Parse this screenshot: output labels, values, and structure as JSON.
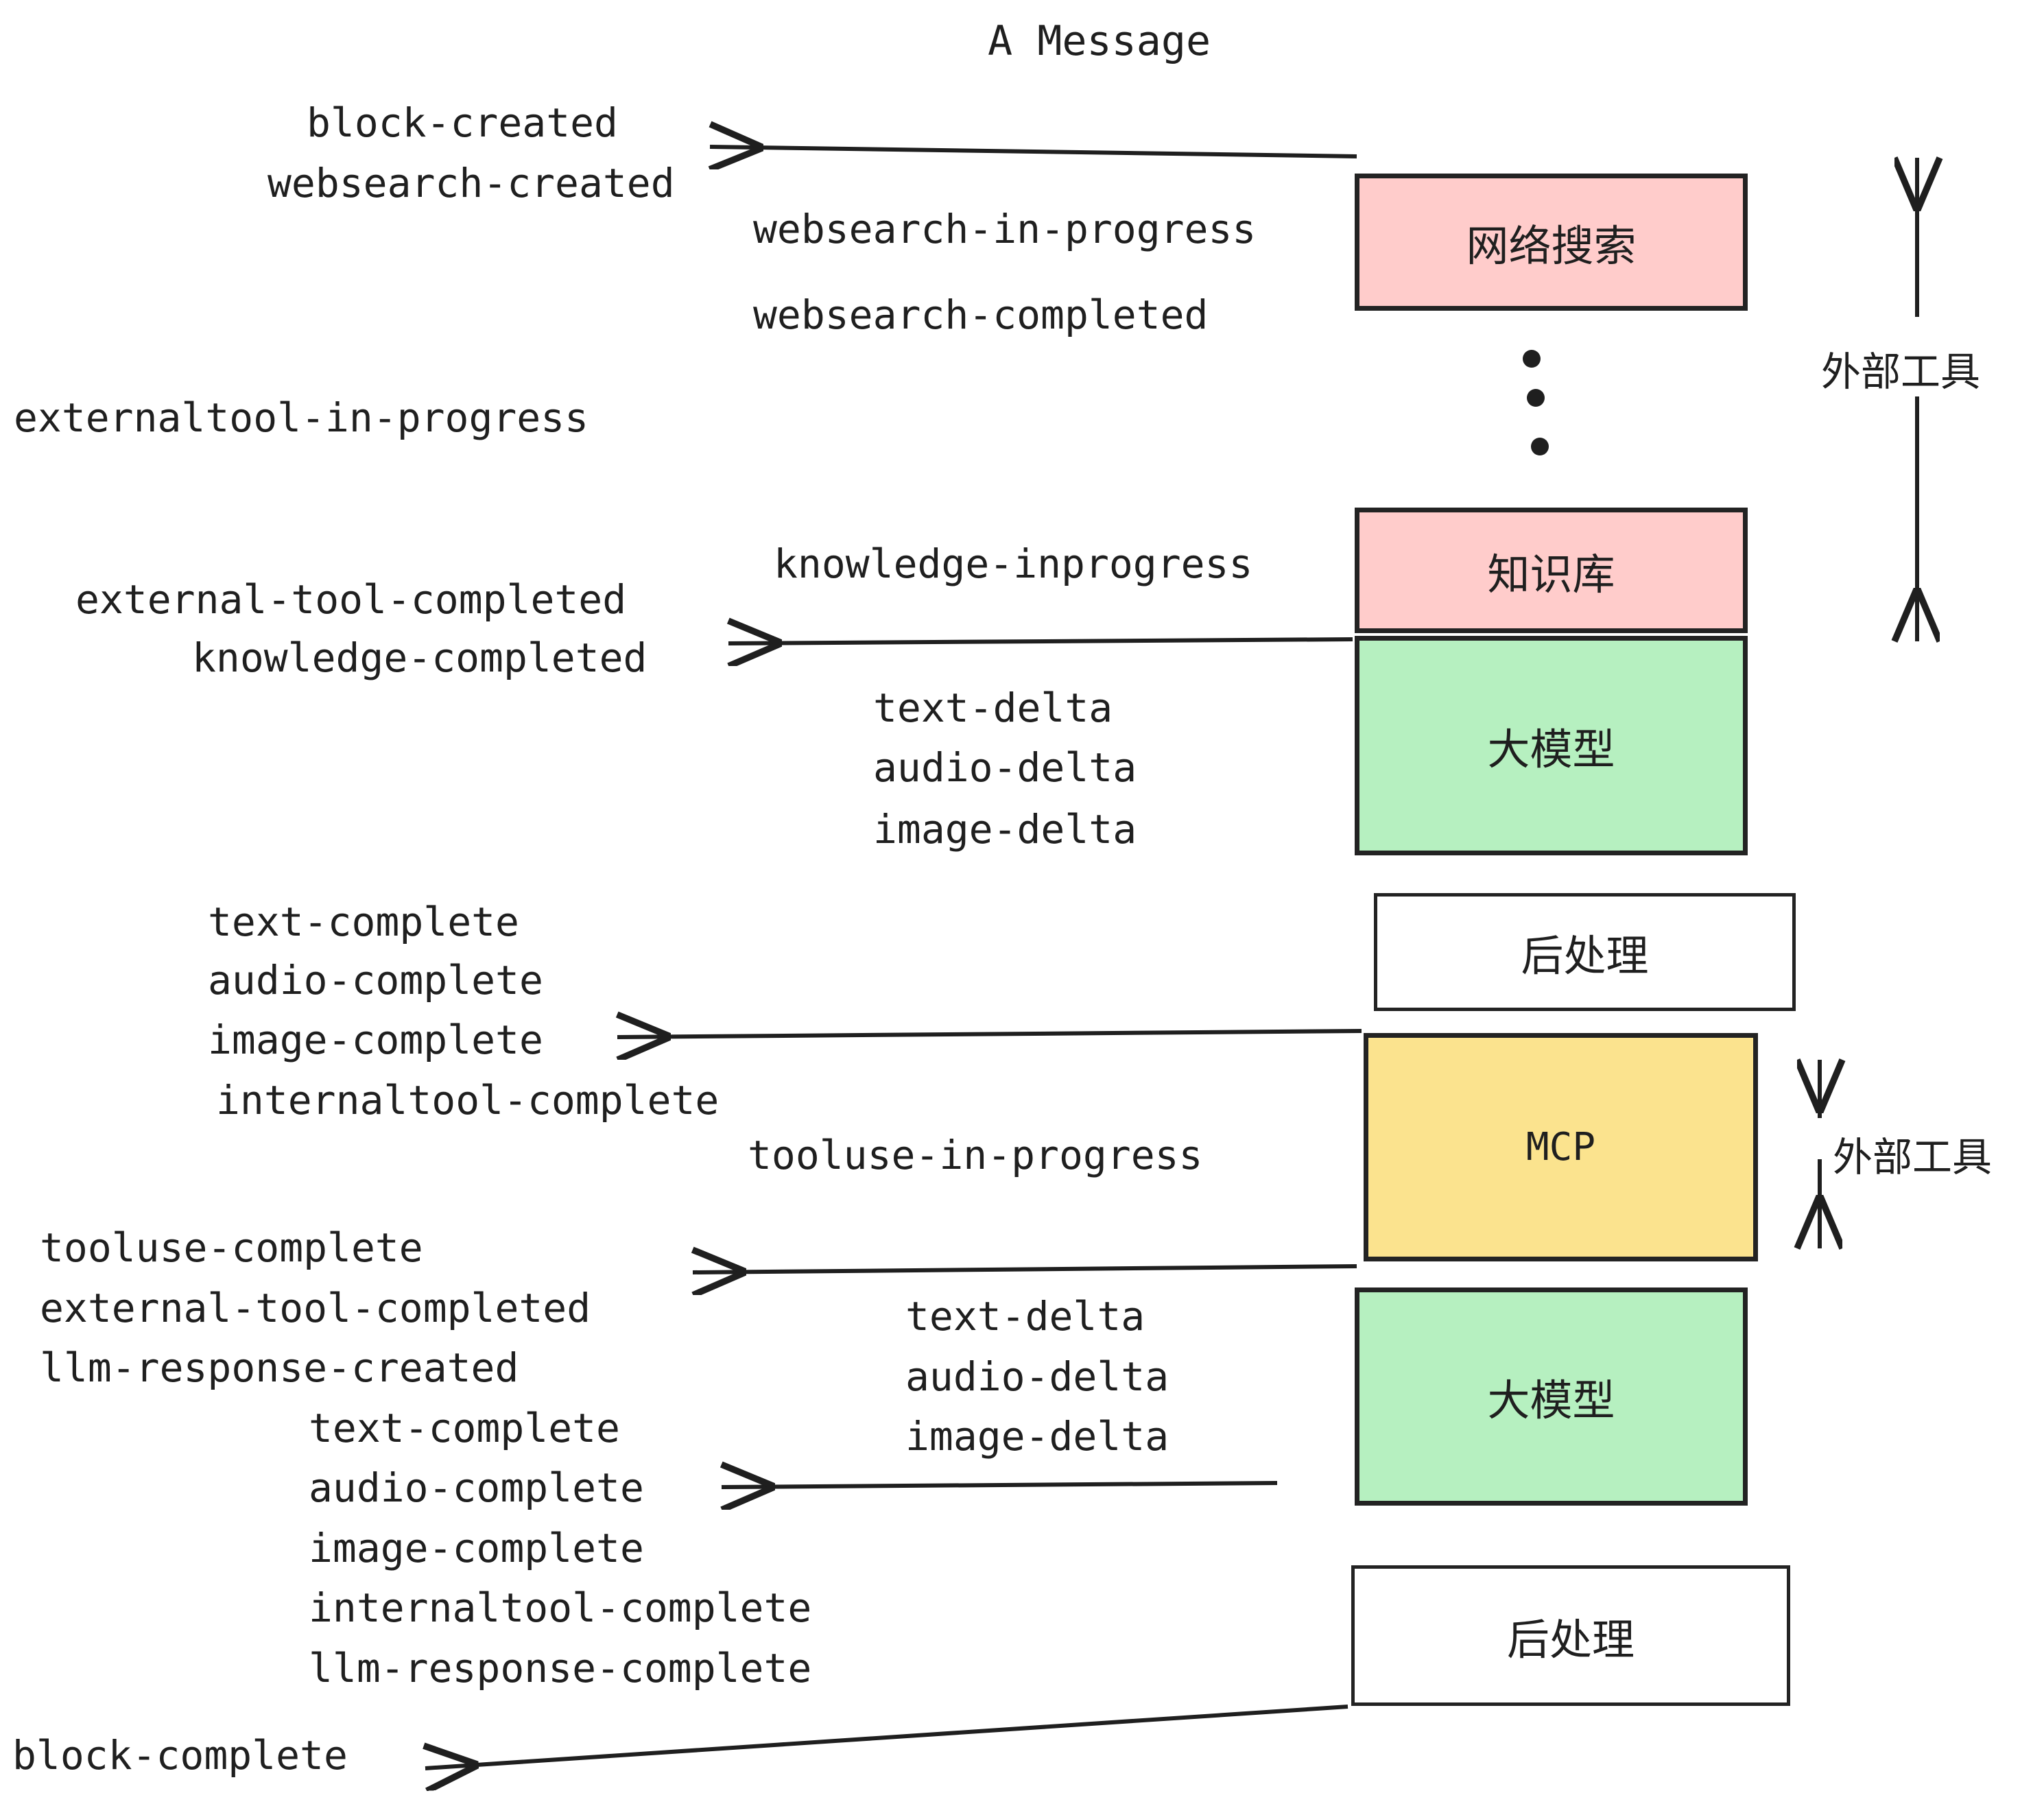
{
  "title": "A Message",
  "colors": {
    "pink": "#FFCCCB",
    "green": "#B6F0C0",
    "yellow": "#FBE38E",
    "white": "#FFFFFF",
    "stroke": "#232323",
    "text": "#1F1F1F"
  },
  "boxes": [
    {
      "label": "网络搜索",
      "fill": "#FFCCCB"
    },
    {
      "label": "知识库",
      "fill": "#FFCCCB"
    },
    {
      "label": "大模型",
      "fill": "#B6F0C0"
    },
    {
      "label": "后处理",
      "fill": "#FFFFFF"
    },
    {
      "label": "MCP",
      "fill": "#FBE38E"
    },
    {
      "label": "大模型",
      "fill": "#B6F0C0"
    },
    {
      "label": "后处理",
      "fill": "#FFFFFF"
    }
  ],
  "side_labels": [
    {
      "label": "外部工具"
    },
    {
      "label": "外部工具"
    }
  ],
  "events": [
    {
      "text": "block-created"
    },
    {
      "text": "websearch-created"
    },
    {
      "text": "websearch-in-progress"
    },
    {
      "text": "websearch-completed"
    },
    {
      "text": "externaltool-in-progress"
    },
    {
      "text": "knowledge-inprogress"
    },
    {
      "text": "external-tool-completed"
    },
    {
      "text": "knowledge-completed"
    },
    {
      "text": "text-delta"
    },
    {
      "text": "audio-delta"
    },
    {
      "text": "image-delta"
    },
    {
      "text": "text-complete"
    },
    {
      "text": "audio-complete"
    },
    {
      "text": "image-complete"
    },
    {
      "text": "internaltool-complete"
    },
    {
      "text": "tooluse-in-progress"
    },
    {
      "text": "tooluse-complete"
    },
    {
      "text": "external-tool-completed"
    },
    {
      "text": "llm-response-created"
    },
    {
      "text": "text-complete"
    },
    {
      "text": "audio-complete"
    },
    {
      "text": "image-complete"
    },
    {
      "text": "internaltool-complete"
    },
    {
      "text": "llm-response-complete"
    },
    {
      "text": "block-complete"
    },
    {
      "text": "text-delta"
    },
    {
      "text": "audio-delta"
    },
    {
      "text": "image-delta"
    }
  ]
}
